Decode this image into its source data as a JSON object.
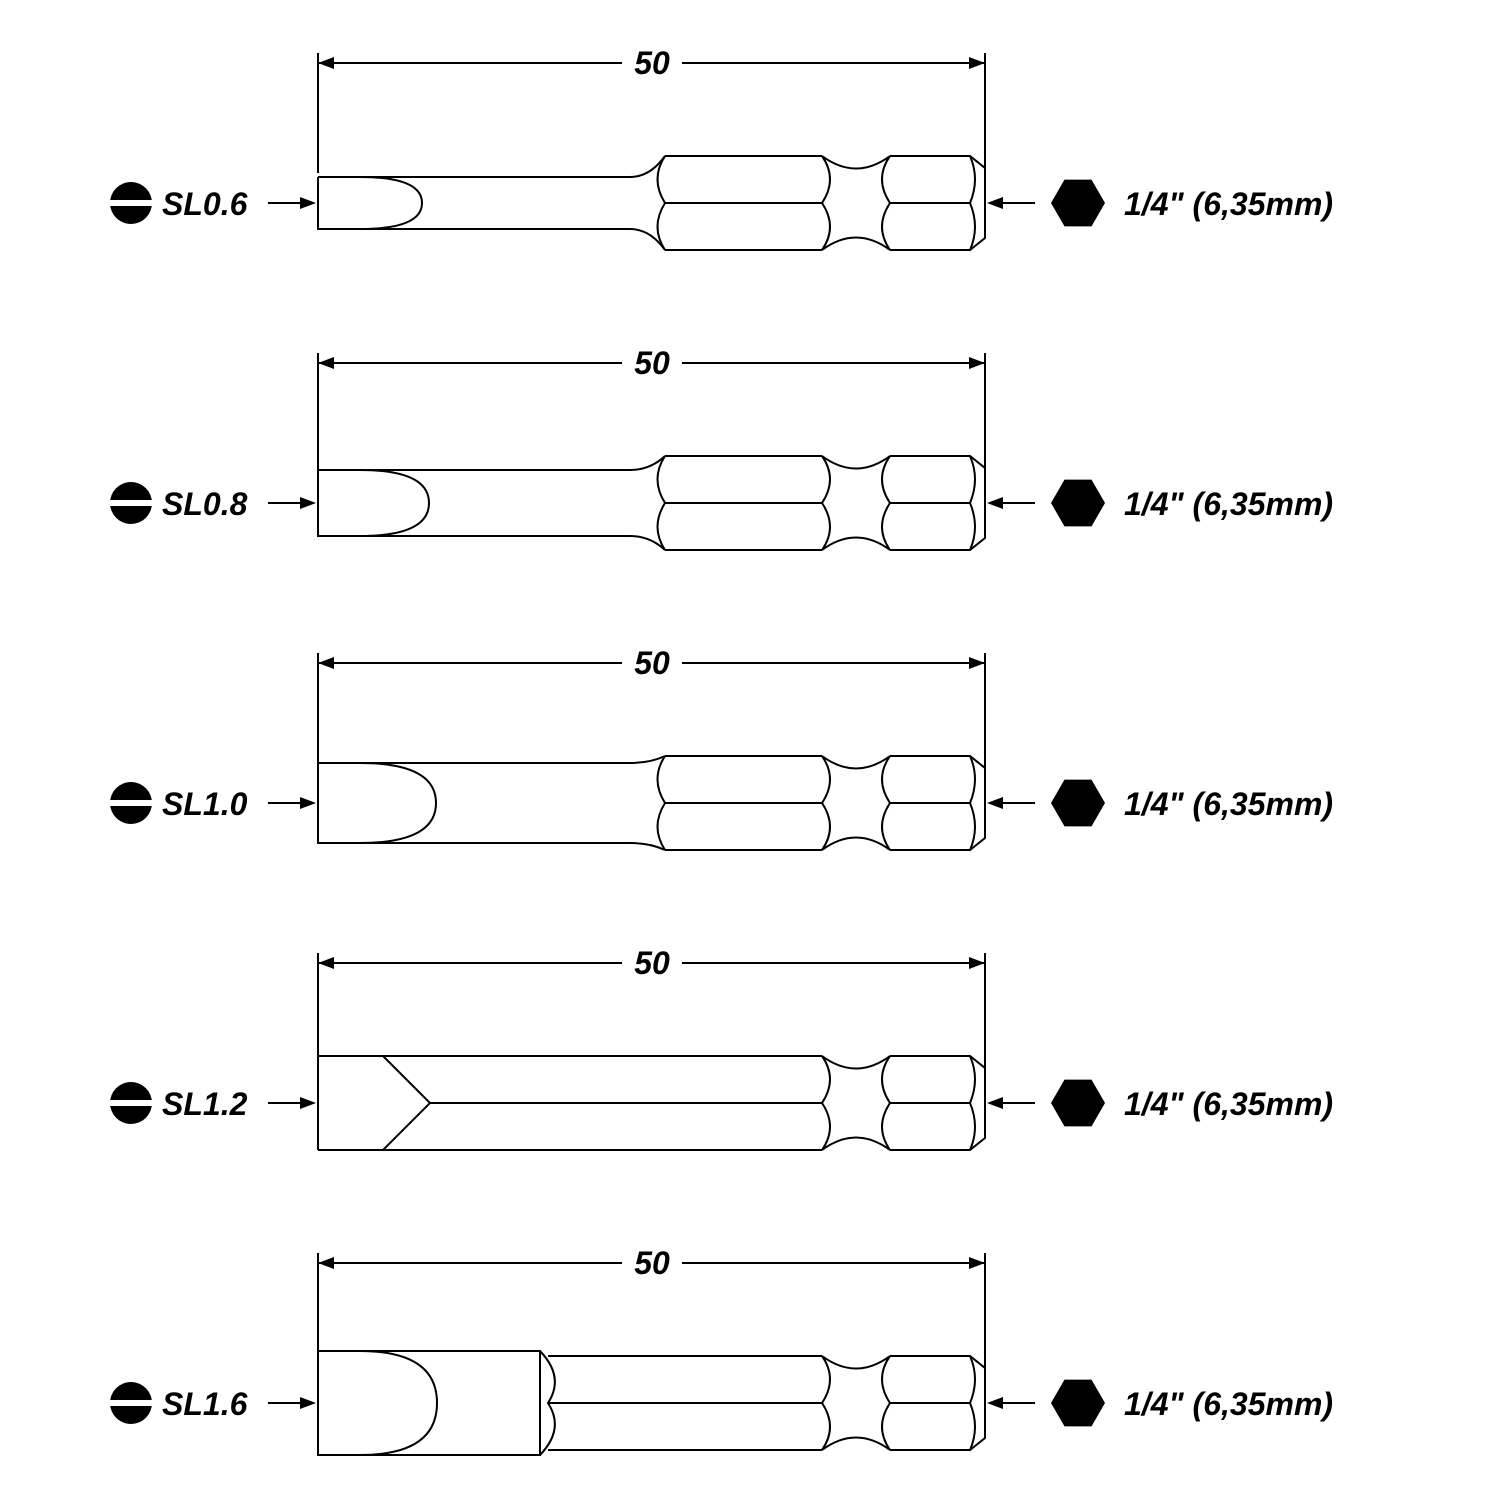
{
  "rows": [
    {
      "id": "sl06",
      "tip_label": "SL0.6",
      "dimension_label": "50",
      "shank_label": "1/4\" (6,35mm)",
      "tip_shape": "round",
      "tip_size": 0.6
    },
    {
      "id": "sl08",
      "tip_label": "SL0.8",
      "dimension_label": "50",
      "shank_label": "1/4\" (6,35mm)",
      "tip_shape": "round",
      "tip_size": 0.8
    },
    {
      "id": "sl10",
      "tip_label": "SL1.0",
      "dimension_label": "50",
      "shank_label": "1/4\" (6,35mm)",
      "tip_shape": "round",
      "tip_size": 1.0
    },
    {
      "id": "sl12",
      "tip_label": "SL1.2",
      "dimension_label": "50",
      "shank_label": "1/4\" (6,35mm)",
      "tip_shape": "chevron",
      "tip_size": 1.2
    },
    {
      "id": "sl16",
      "tip_label": "SL1.6",
      "dimension_label": "50",
      "shank_label": "1/4\" (6,35mm)",
      "tip_shape": "wide",
      "tip_size": 1.6
    }
  ],
  "icons": {
    "tip": "slotted-screw-icon",
    "shank": "hexagon-icon"
  },
  "colors": {
    "line": "#000000",
    "background": "#ffffff"
  }
}
